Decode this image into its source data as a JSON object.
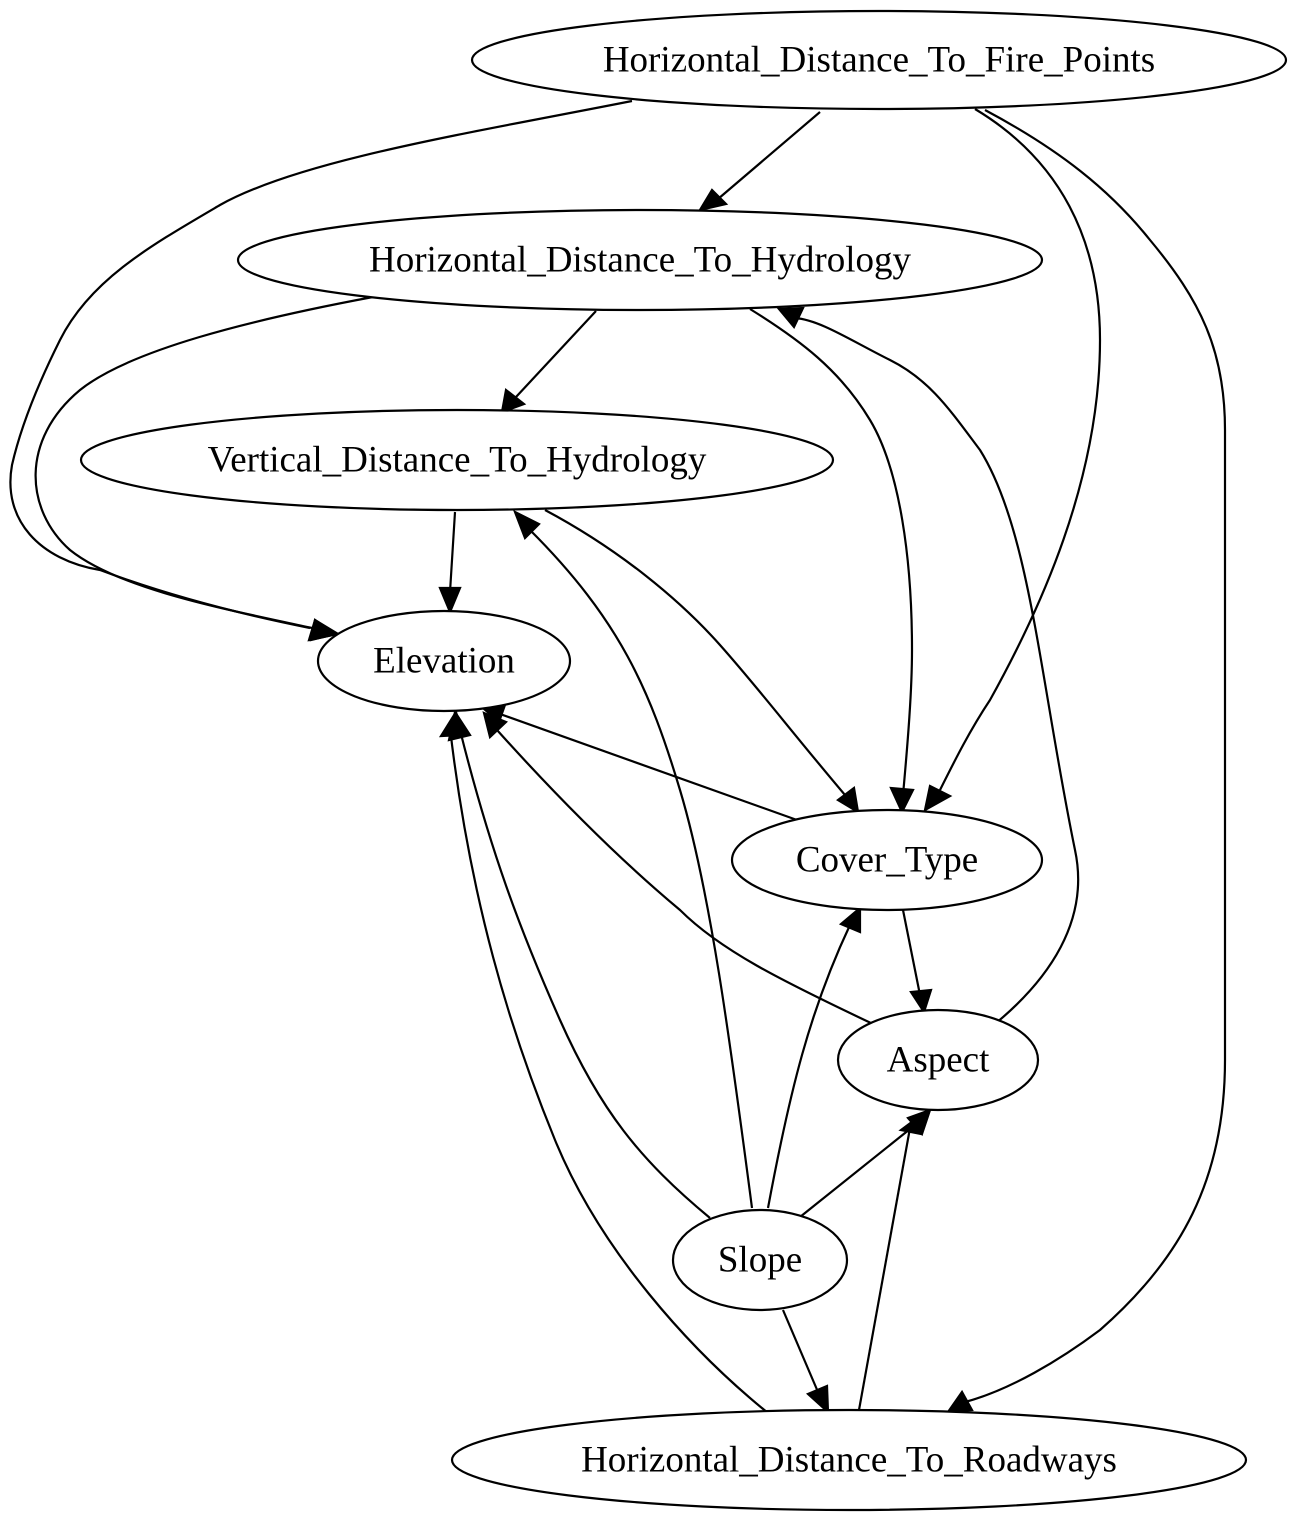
{
  "graph": {
    "nodes": [
      {
        "id": "fire",
        "label": "Horizontal_Distance_To_Fire_Points"
      },
      {
        "id": "hydro_h",
        "label": "Horizontal_Distance_To_Hydrology"
      },
      {
        "id": "hydro_v",
        "label": "Vertical_Distance_To_Hydrology"
      },
      {
        "id": "elev",
        "label": "Elevation"
      },
      {
        "id": "cover",
        "label": "Cover_Type"
      },
      {
        "id": "aspect",
        "label": "Aspect"
      },
      {
        "id": "slope",
        "label": "Slope"
      },
      {
        "id": "road",
        "label": "Horizontal_Distance_To_Roadways"
      }
    ],
    "edges": [
      {
        "from": "fire",
        "to": "hydro_h"
      },
      {
        "from": "fire",
        "to": "elev"
      },
      {
        "from": "fire",
        "to": "cover"
      },
      {
        "from": "fire",
        "to": "road"
      },
      {
        "from": "hydro_h",
        "to": "hydro_v"
      },
      {
        "from": "hydro_h",
        "to": "elev"
      },
      {
        "from": "hydro_h",
        "to": "cover"
      },
      {
        "from": "hydro_v",
        "to": "elev"
      },
      {
        "from": "hydro_v",
        "to": "cover"
      },
      {
        "from": "cover",
        "to": "elev"
      },
      {
        "from": "cover",
        "to": "aspect"
      },
      {
        "from": "aspect",
        "to": "elev"
      },
      {
        "from": "aspect",
        "to": "hydro_h"
      },
      {
        "from": "slope",
        "to": "elev"
      },
      {
        "from": "slope",
        "to": "hydro_v"
      },
      {
        "from": "slope",
        "to": "cover"
      },
      {
        "from": "slope",
        "to": "aspect"
      },
      {
        "from": "slope",
        "to": "road"
      },
      {
        "from": "road",
        "to": "elev"
      },
      {
        "from": "road",
        "to": "aspect"
      }
    ]
  }
}
